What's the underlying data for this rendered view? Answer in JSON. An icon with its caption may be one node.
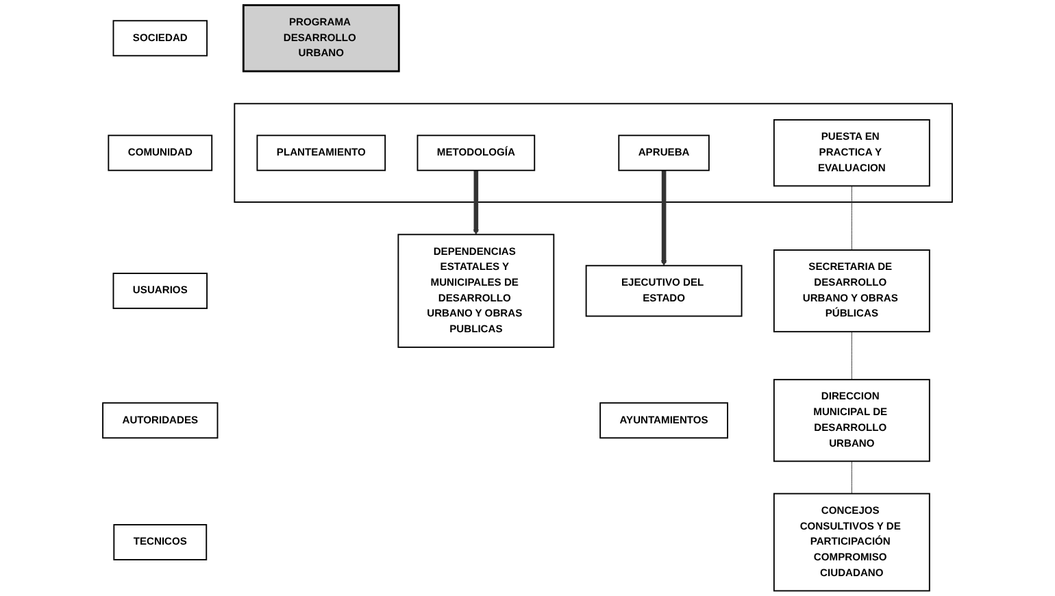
{
  "diagram": {
    "nodes": [
      {
        "text": [
          "PROGRAMA DESARROLLO URBANO"
        ]
      },
      {
        "text": [],
        "shape": "box"
      },
      {
        "text": [
          "PLANTEAMIENTO"
        ],
        "in": 1
      },
      {
        "text": [
          "METODOLOGÍA"
        ],
        "in": 1
      },
      {
        "text": [
          "APRUEBA"
        ],
        "in": 1
      },
      {
        "text": [
          "PUESTA EN PRACTICA Y EVALUACION"
        ],
        "in": 1
      },
      {
        "text": [
          "SOCIEDAD"
        ]
      },
      {
        "text": [
          "COMUNIDAD"
        ]
      },
      {
        "text": [
          "USUARIOS"
        ]
      },
      {
        "text": [
          "AUTORIDADES"
        ]
      },
      {
        "text": [
          "TECNICOS"
        ]
      },
      {
        "text": [
          "DEPENDENCIAS ESTATALES Y MUNICIPALES DE DESARROLLO URBANO Y OBRAS PUBLICAS"
        ]
      },
      {
        "text": [
          "EJECUTIVO DEL ESTADO"
        ]
      },
      {
        "text": [
          "AYUNTAMIENTOS"
        ]
      },
      {
        "text": [
          "SECRETARIA DE DESARROLLO URBANO Y OBRAS PÚBLICAS"
        ]
      },
      {
        "text": [
          "DIRECCION MUNICIPAL DE DESARROLLO URBANO"
        ]
      },
      {
        "text": [
          "CONCEJOS CONSULTIVOS Y DE PARTICIPACIÓN COMPROMISO CIUDADANO"
        ]
      }
    ],
    "edges": [
      {
        "from": 3,
        "to": 11,
        "arrow": "to",
        "style": "thick"
      },
      {
        "from": 4,
        "to": 12,
        "arrow": "to",
        "style": "thick"
      },
      {
        "from": 5,
        "to": 14,
        "arrow": "none"
      },
      {
        "from": 14,
        "to": 15,
        "arrow": "none"
      },
      {
        "from": 15,
        "to": 16,
        "arrow": "none"
      }
    ]
  }
}
